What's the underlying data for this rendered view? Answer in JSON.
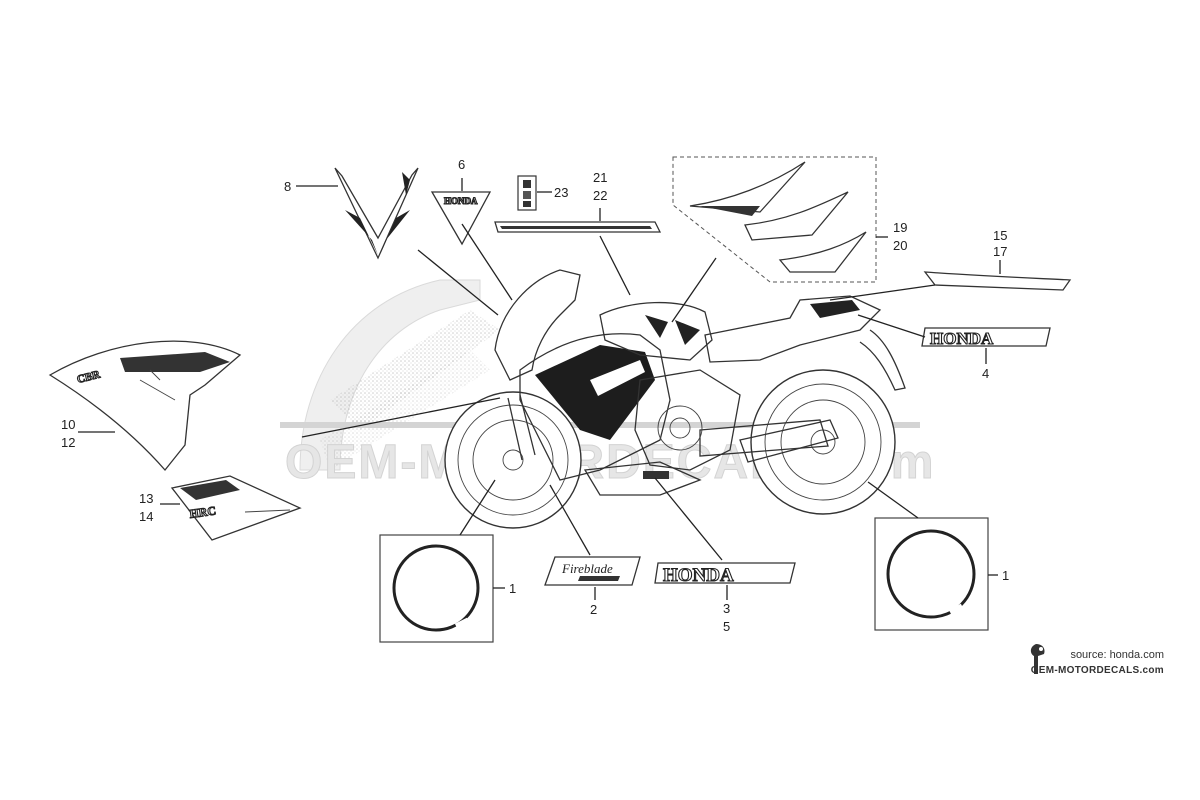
{
  "diagram": {
    "callouts": {
      "c1_left": "1",
      "c1_right": "1",
      "c2": "2",
      "c3": "3",
      "c5": "5",
      "c4": "4",
      "c6": "6",
      "c8": "8",
      "c10": "10",
      "c12": "12",
      "c13": "13",
      "c14": "14",
      "c15": "15",
      "c17": "17",
      "c19": "19",
      "c20": "20",
      "c21": "21",
      "c22": "22",
      "c23": "23"
    },
    "decals": {
      "honda_rear": "HONDA",
      "honda_lower": "HONDA",
      "honda_triangle": "HONDA",
      "fireblade_script": "Fireblade",
      "cbr_mark": "CBR",
      "hrc_mark": "HRC"
    },
    "watermark": "OEM-MOTORDECALS.com"
  },
  "credit": {
    "source": "source: honda.com",
    "brand": "OEM-MOTORDECALS.com"
  }
}
